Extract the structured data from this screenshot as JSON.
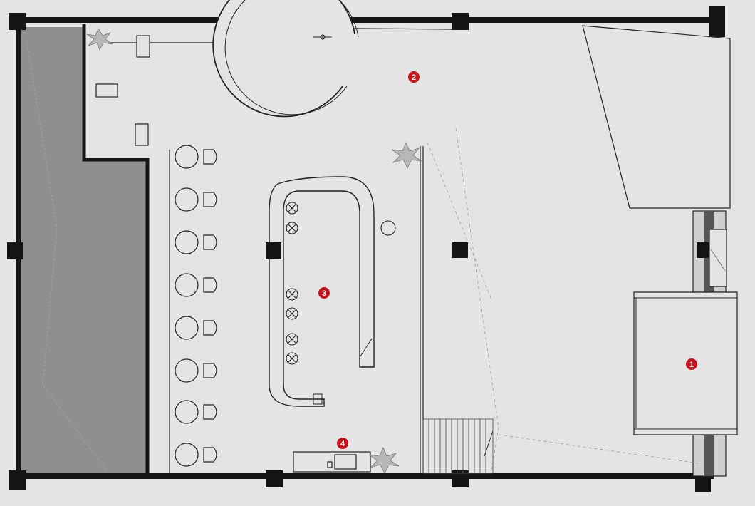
{
  "colors": {
    "background": "#e4e4e4",
    "wall": "#151515",
    "line": "#2a2a2a",
    "shaded_area": "#8f8f8f",
    "marker": "#c8101a",
    "marker_text": "#ffffff"
  },
  "markers": [
    {
      "label": "1",
      "area": "raised-platform"
    },
    {
      "label": "2",
      "area": "round-room"
    },
    {
      "label": "3",
      "area": "bar-counter"
    },
    {
      "label": "4",
      "area": "service-counter"
    }
  ],
  "icons": [
    "plant-icon",
    "bar-stool-icon",
    "round-table-icon",
    "chair-icon",
    "staircase-icon"
  ]
}
